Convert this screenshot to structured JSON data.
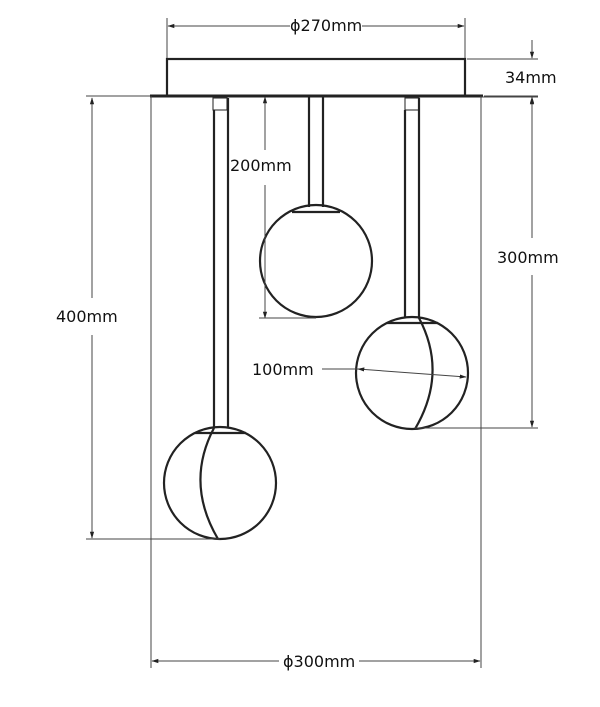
{
  "diagram": {
    "type": "technical-drawing",
    "subject": "three-globe pendant light",
    "dimensions": {
      "canopy_diameter": "ϕ270mm",
      "canopy_height": "34mm",
      "drop_short": "200mm",
      "drop_medium": "300mm",
      "drop_long": "400mm",
      "globe_diameter": "100mm",
      "overall_diameter": "ϕ300mm"
    },
    "colors": {
      "line": "#222222",
      "background": "#ffffff"
    }
  }
}
